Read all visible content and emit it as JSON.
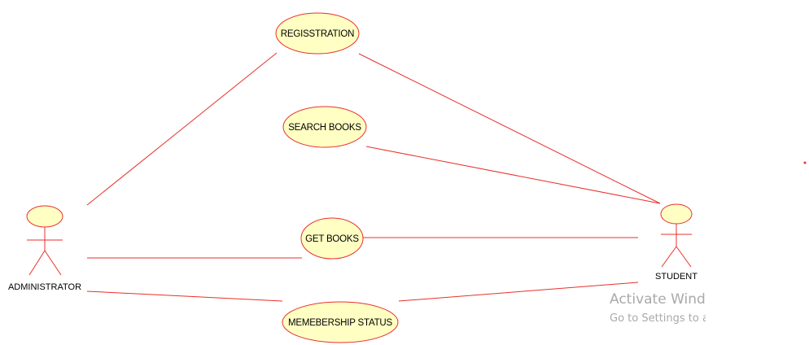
{
  "colors": {
    "line": "#e8302b",
    "usecase_fill": "#ffffc4",
    "actor_fill": "#ffffc4",
    "text": "#000000",
    "watermark": "#a9a9a9"
  },
  "actors": {
    "administrator": {
      "label": "ADMINISTRATOR"
    },
    "student": {
      "label": "STUDENT"
    }
  },
  "use_cases": {
    "registration": {
      "label": "REGISSTRATION"
    },
    "search_books": {
      "label": "SEARCH BOOKS"
    },
    "get_books": {
      "label": "GET BOOKS"
    },
    "membership_status": {
      "label": "MEMEBERSHIP STATUS"
    }
  },
  "watermark": {
    "line1": "Activate Windows",
    "line2": "Go to Settings to activate Windows."
  }
}
